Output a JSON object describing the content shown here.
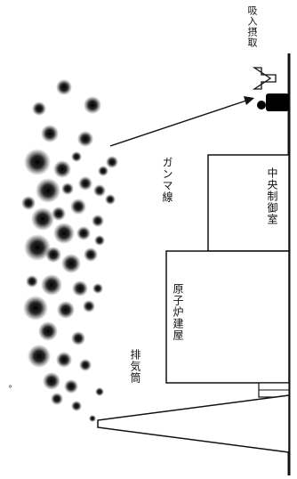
{
  "labels": {
    "intake_label": "吸入摂取",
    "control_room_label": "中央制御室",
    "reactor_building_label": "原子炉建屋",
    "stack_label": "排気筒",
    "gamma_label": "ガンマ線",
    "cut_text": "。"
  },
  "colors": {
    "line": "#111111",
    "fill": "#ffffff",
    "cloud": "#000000"
  }
}
